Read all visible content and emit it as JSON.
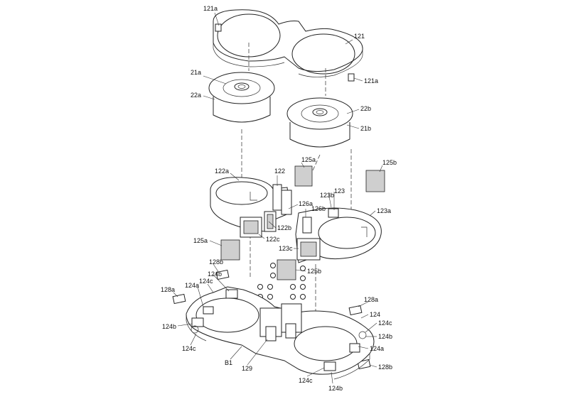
{
  "labels": {
    "l121a_top": "121a",
    "l121": "121",
    "l121a_right": "121a",
    "l21a": "21a",
    "l22a": "22a",
    "l22b": "22b",
    "l21b": "21b",
    "l122a": "122a",
    "l122": "122",
    "l125a_top": "125a",
    "l125b_top": "125b",
    "l123b_top": "123b",
    "l123": "123",
    "l126a": "126a",
    "l126b": "126b",
    "l123a": "123a",
    "l122b": "122b",
    "l122c": "122c",
    "l125a_mid": "125a",
    "l123c": "123c",
    "l128b_top": "128b",
    "l125b_mid": "125b",
    "l124b_a": "124b",
    "l124c_a": "124c",
    "l124a_left": "124a",
    "l128a_left": "128a",
    "l124b_left": "124b",
    "l124c_left": "124c",
    "l128a_right": "128a",
    "l124": "124",
    "l124c_right": "124c",
    "l124b_right": "124b",
    "l124a_right": "124a",
    "l128b_right": "128b",
    "lB1": "B1",
    "l129": "129",
    "l124c_bottom": "124c",
    "l124b_bottom": "124b"
  }
}
